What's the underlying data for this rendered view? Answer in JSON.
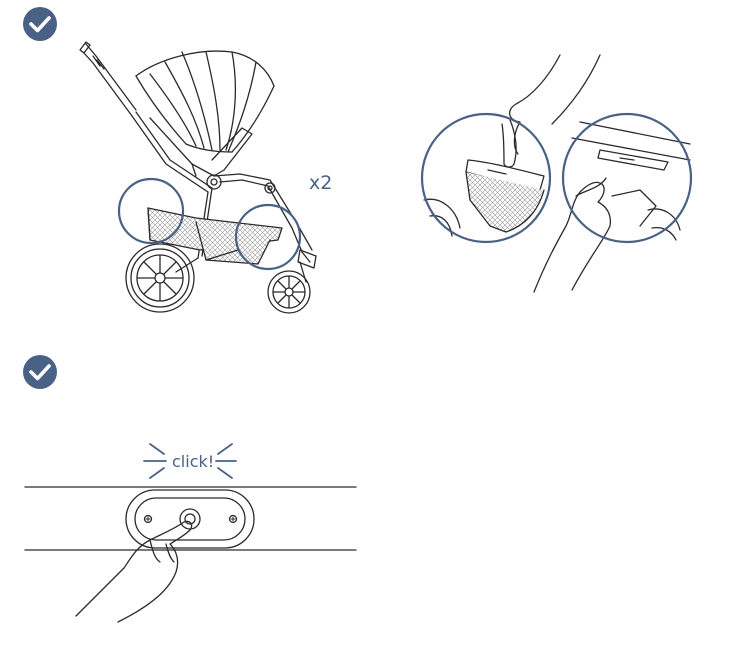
{
  "colors": {
    "accent": "#4a6186",
    "ink": "#2b2b2b",
    "mesh": "#bdbdbd",
    "background": "#ffffff"
  },
  "icons": {
    "step_marker": "check-circle-icon"
  },
  "steps": [
    {
      "id": "step1",
      "icon": "check-circle-icon",
      "multiplier": "x2"
    },
    {
      "id": "step2",
      "icon": "check-circle-icon",
      "sound": "click!"
    }
  ]
}
